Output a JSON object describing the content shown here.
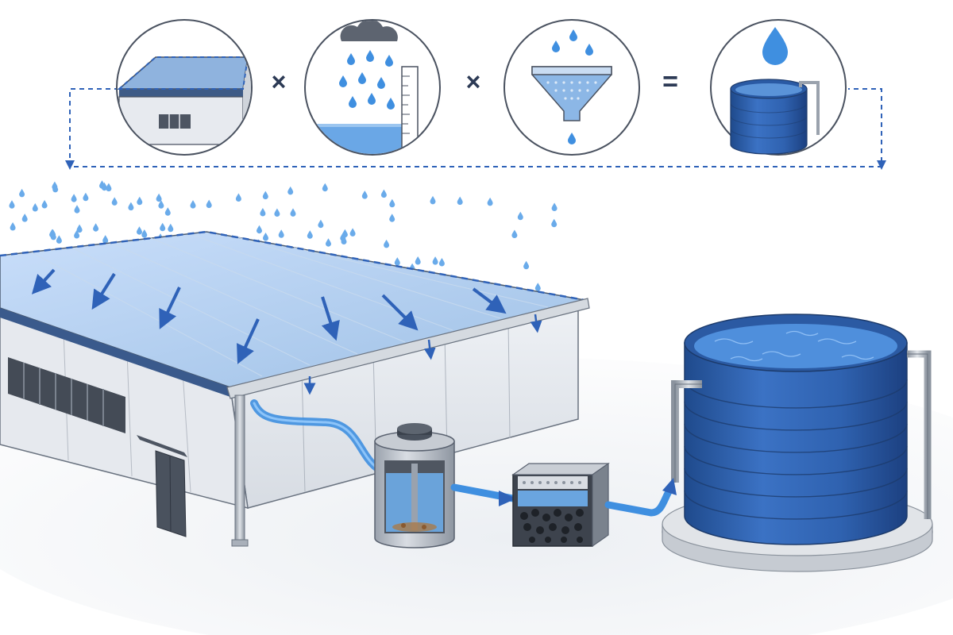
{
  "formula": {
    "terms": [
      {
        "id": "catchment-area",
        "icon": "building-roof-icon"
      },
      {
        "id": "rainfall-depth",
        "icon": "rain-gauge-icon"
      },
      {
        "id": "runoff-coefficient",
        "icon": "funnel-icon"
      },
      {
        "id": "harvested-volume",
        "icon": "storage-tank-icon"
      }
    ],
    "operators": [
      "×",
      "×",
      "="
    ]
  },
  "system": {
    "components": [
      "building-roof",
      "gutter",
      "downpipe",
      "first-flush-chamber",
      "filter-box",
      "storage-tank"
    ]
  },
  "colors": {
    "accent": "#2f62b8",
    "water": "#3f8fe0",
    "tank": "#2f62b0",
    "tank_dark": "#1f4a8c",
    "building": "#e4e7ec",
    "roof": "#b9d3ee",
    "outline": "#3b4452",
    "pipe": "#a9b0ba",
    "ground": "#eef0f3"
  }
}
